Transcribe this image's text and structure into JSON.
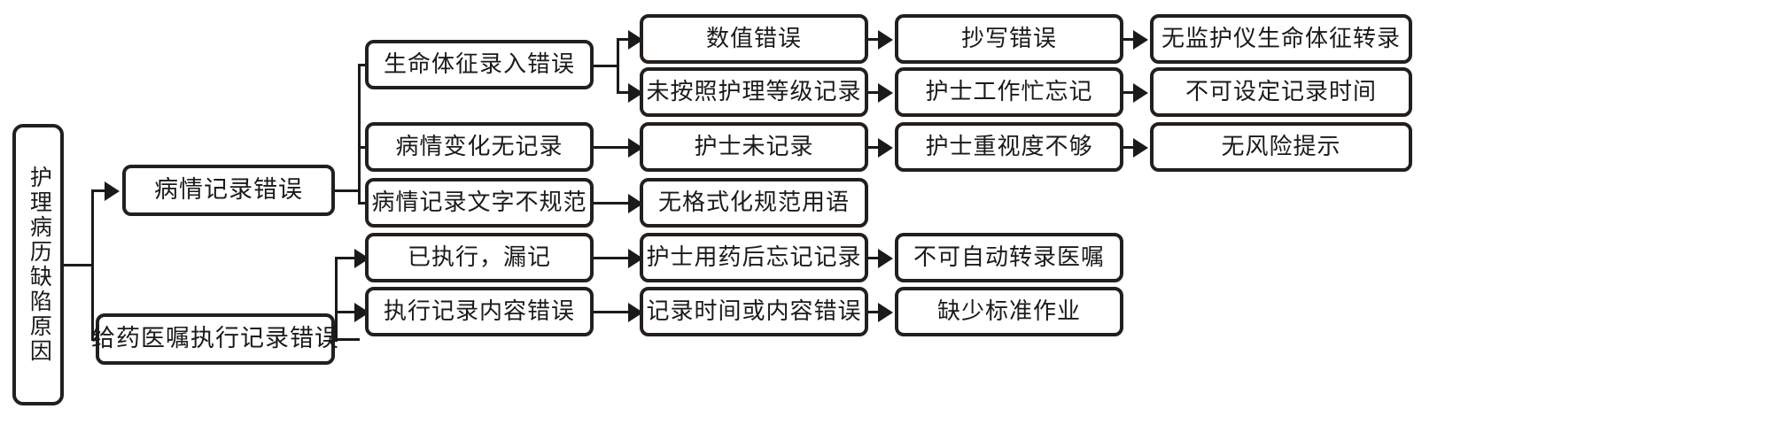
{
  "diagram": {
    "title_root": "护理病历缺陷原因",
    "type": "tree-flowchart",
    "orientation": "left-to-right",
    "palette": {
      "background": "#ffffff",
      "node_border": "#231f1c",
      "node_fill": "#ffffff",
      "connector": "#1a1a1a",
      "text": "#1a1a1a"
    },
    "root": {
      "id": "root",
      "label": "护理病历缺陷原因"
    },
    "level2": [
      {
        "id": "l2-1",
        "label": "病情记录错误"
      },
      {
        "id": "l2-2",
        "label": "给药医嘱执行记录错误"
      }
    ],
    "level3": [
      {
        "id": "l3-1",
        "label": "生命体征录入错误",
        "parent": "l2-1"
      },
      {
        "id": "l3-2",
        "label": "病情变化无记录",
        "parent": "l2-1"
      },
      {
        "id": "l3-3",
        "label": "病情记录文字不规范",
        "parent": "l2-1"
      },
      {
        "id": "l3-4",
        "label": "已执行，漏记",
        "parent": "l2-2"
      },
      {
        "id": "l3-5",
        "label": "执行记录内容错误",
        "parent": "l2-2"
      }
    ],
    "level4": [
      {
        "id": "l4-1",
        "label": "数值错误",
        "parent": "l3-1"
      },
      {
        "id": "l4-2",
        "label": "未按照护理等级记录",
        "parent": "l3-1"
      },
      {
        "id": "l4-3",
        "label": "护士未记录",
        "parent": "l3-2"
      },
      {
        "id": "l4-4",
        "label": "无格式化规范用语",
        "parent": "l3-3"
      },
      {
        "id": "l4-5",
        "label": "护士用药后忘记记录",
        "parent": "l3-4"
      },
      {
        "id": "l4-6",
        "label": "记录时间或内容错误",
        "parent": "l3-5"
      }
    ],
    "level5": [
      {
        "id": "l5-1",
        "label": "抄写错误",
        "parent": "l4-1"
      },
      {
        "id": "l5-2",
        "label": "护士工作忙忘记",
        "parent": "l4-2"
      },
      {
        "id": "l5-3",
        "label": "护士重视度不够",
        "parent": "l4-3"
      },
      {
        "id": "l5-4",
        "label": "不可自动转录医嘱",
        "parent": "l4-5"
      },
      {
        "id": "l5-5",
        "label": "缺少标准作业",
        "parent": "l4-6"
      }
    ],
    "level6": [
      {
        "id": "l6-1",
        "label": "无监护仪生命体征转录",
        "parent": "l5-1"
      },
      {
        "id": "l6-2",
        "label": "不可设定记录时间",
        "parent": "l5-2"
      },
      {
        "id": "l6-3",
        "label": "无风险提示",
        "parent": "l5-3"
      }
    ]
  }
}
